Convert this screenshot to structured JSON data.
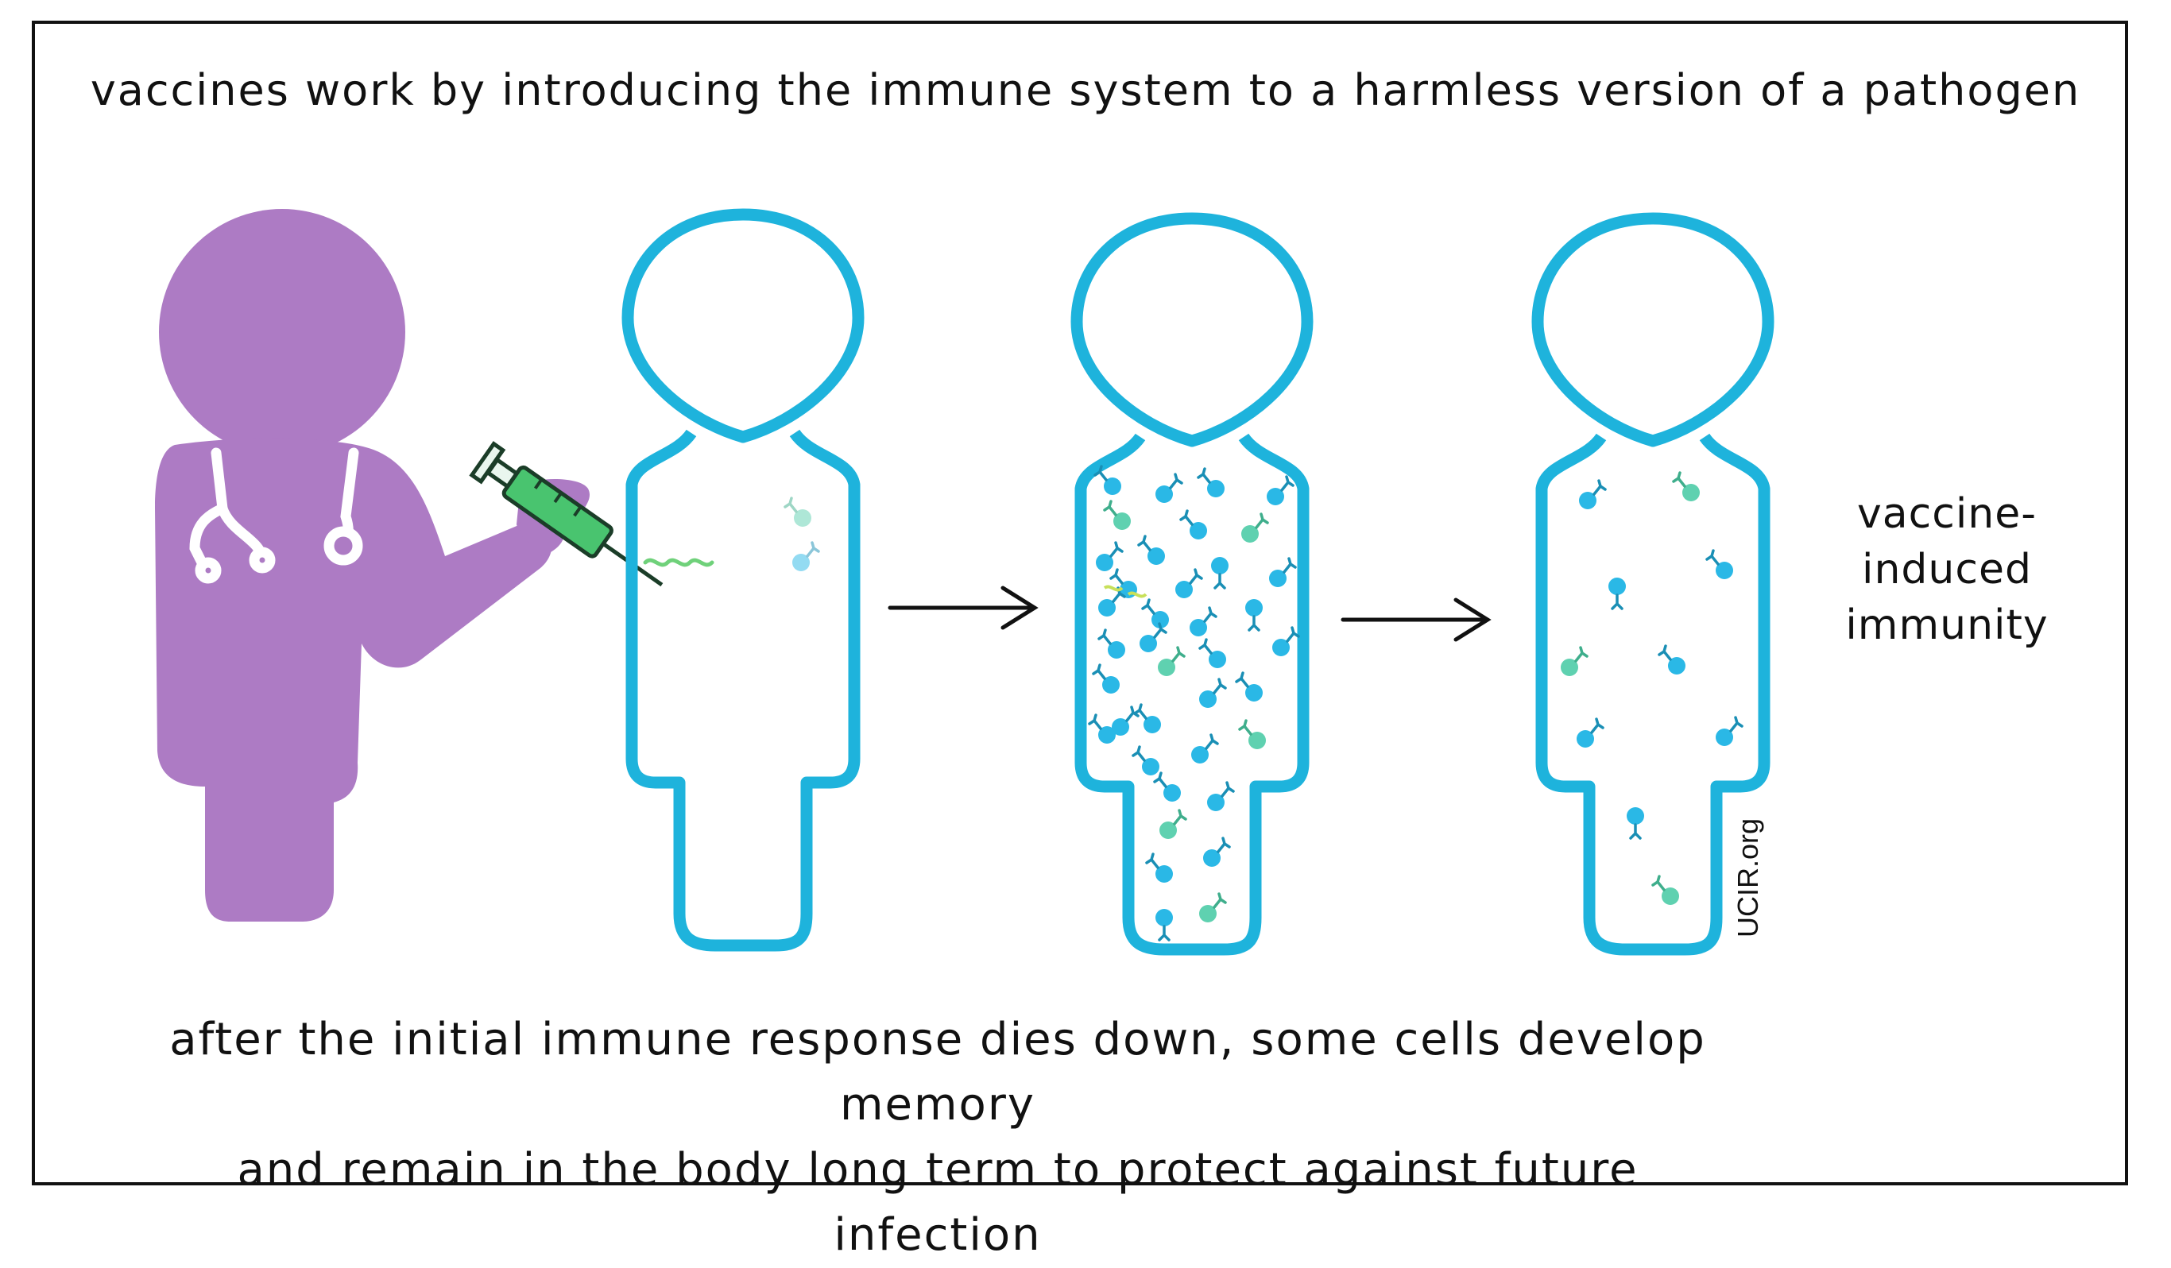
{
  "diagram": {
    "heading": "vaccines work by introducing the immune system to a harmless version of a pathogen",
    "outcome_label": [
      "vaccine-",
      "induced",
      "immunity"
    ],
    "footer": [
      "after the  initial immune response dies down, some cells develop memory",
      "and remain in the body long term to protect against future infection"
    ],
    "credit": "UCIR.org",
    "colors": {
      "doctor": "#ad7bc4",
      "body_outline": "#1eb3dc",
      "immune_cell": "#2ab8e6",
      "memory_cell": "#5fd1b0",
      "syringe": "#49c46f",
      "pathogen": "#6fd17a",
      "frame": "#111111"
    },
    "icons": [
      "doctor-icon",
      "stethoscope-icon",
      "syringe-icon",
      "pathogen-icon",
      "antibody-cell-icon",
      "arrow-right-icon"
    ]
  }
}
